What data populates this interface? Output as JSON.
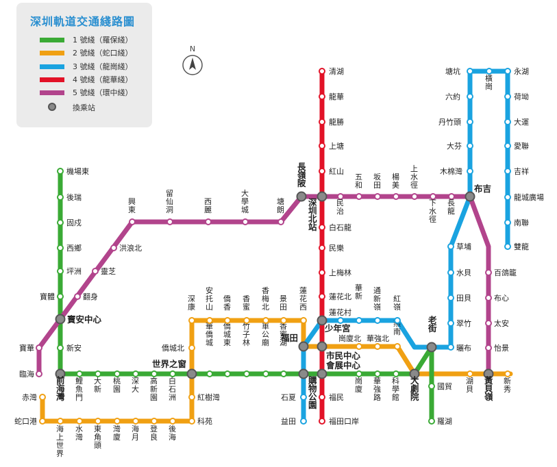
{
  "title": "深圳軌道交通綫路圖",
  "north": "N",
  "legend": [
    {
      "label": "1 號綫（羅保綫）",
      "color": "#3aaa35"
    },
    {
      "label": "2 號綫（蛇口綫）",
      "color": "#f0a013"
    },
    {
      "label": "3 號綫（龍崗綫）",
      "color": "#1aa3e0"
    },
    {
      "label": "4 號綫（龍華綫）",
      "color": "#e21227"
    },
    {
      "label": "5 號綫（環中綫）",
      "color": "#b2448c"
    }
  ],
  "transfer_label": "換乘站",
  "stations": {
    "jichangdong": "機場東",
    "hourui": "後瑞",
    "gushu": "固戍",
    "xixiang": "西鄉",
    "pingzhou": "坪洲",
    "baoti": "寶體",
    "baoan_center": "寶安中心",
    "xinan": "新安",
    "qianhaiwan": "前海灣",
    "liyumen": "鯉魚門",
    "daxin": "大新",
    "taoyuan": "桃園",
    "shenda": "深大",
    "gaoxinyuan": "高新園",
    "baishizhou": "白石洲",
    "window_world": "世界之窗",
    "huaqiaocheng": "華僑城",
    "qiaochengdong": "僑城東",
    "zhuzilin": "竹子林",
    "chegongmiao": "車公廟",
    "xiangmihu": "香蜜湖",
    "gouwugongyuan": "購物公園",
    "huizhanzhongxin": "會展中心",
    "gangxia": "崗廈",
    "huaqianglu": "華強路",
    "kexueguan": "科學館",
    "dajuyuan": "大劇院",
    "hubei": "湖貝",
    "huangbeiling": "黃貝嶺",
    "xinxiu": "新秀",
    "chiwan": "赤灣",
    "shekougang": "蛇口港",
    "haishangshijie": "海上世界",
    "shuiwan": "水灣",
    "dongjiaotou": "東角頭",
    "wanxia": "灣廈",
    "haiyue": "海月",
    "dengliang": "登良",
    "houhai": "後海",
    "keyuan": "科苑",
    "hongshuwan": "紅樹灣",
    "qiaochengbei": "僑城北",
    "shenkang": "深康",
    "anktuoshan": "安托山",
    "qiaoxiang": "僑香",
    "xiangmi": "香蜜",
    "xiangmeibei": "香梅北",
    "jingtian": "景田",
    "lianhuaxi": "蓮花西",
    "futian": "福田",
    "shiminzhongxin": "市民中心",
    "gangxiabei": "崗廈北",
    "huaqiangbei": "華強北",
    "yannan": "燕南",
    "laojie": "老街",
    "shaoniangong": "少年宮",
    "lianhuacun": "蓮花村",
    "huaxin": "華新",
    "tongxinling": "通新嶺",
    "hongling": "紅嶺",
    "shaibu": "曬布",
    "cuizhu": "翠竹",
    "tianbei": "田貝",
    "shuibei": "水貝",
    "caopu": "草埔",
    "buji": "布吉",
    "mumianwan": "木棉灣",
    "dafen": "大芬",
    "danzhutou": "丹竹頭",
    "liuyue": "六約",
    "tangkeng": "塘坑",
    "henggang": "橫崗",
    "yonghu": "永湖",
    "hekan": "荷坳",
    "dayun": "大運",
    "ailian": "愛聯",
    "jixiang": "吉祥",
    "longchengguangchang": "龍城廣場",
    "nanlian": "南聯",
    "shuanglong": "雙龍",
    "qinghu": "清湖",
    "longhua": "龍華",
    "longsheng": "龍勝",
    "shangtang": "上塘",
    "hongshan": "紅山",
    "shenzhenbeizhan": "深圳北站",
    "baishilong": "白石龍",
    "minle": "民樂",
    "shangmeilin": "上梅林",
    "lianhuabei": "蓮花北",
    "futiankouan": "福田口岸",
    "fumin": "福民",
    "shixia": "石夏",
    "yitian": "益田",
    "linhai": "臨海",
    "baohua": "寶華",
    "fanshen": "翻身",
    "lingzhi": "靈芝",
    "honglangbei": "洪浪北",
    "xingdong": "興東",
    "liuxiandong": "留仙洞",
    "xili": "西麗",
    "daxuecheng": "大學城",
    "tanglang": "塘朗",
    "changlingpi": "長嶺陂",
    "minzhi": "民治",
    "wuhe": "五和",
    "bantian": "坂田",
    "yangmei": "楊美",
    "shangshuijing": "上水徑",
    "xiashuijing": "下水徑",
    "changlong": "長龍",
    "baigelong": "百鴿籠",
    "buxin": "布心",
    "taian": "太安",
    "yijing": "怡景",
    "guomao": "國貿",
    "luohu": "羅湖"
  }
}
